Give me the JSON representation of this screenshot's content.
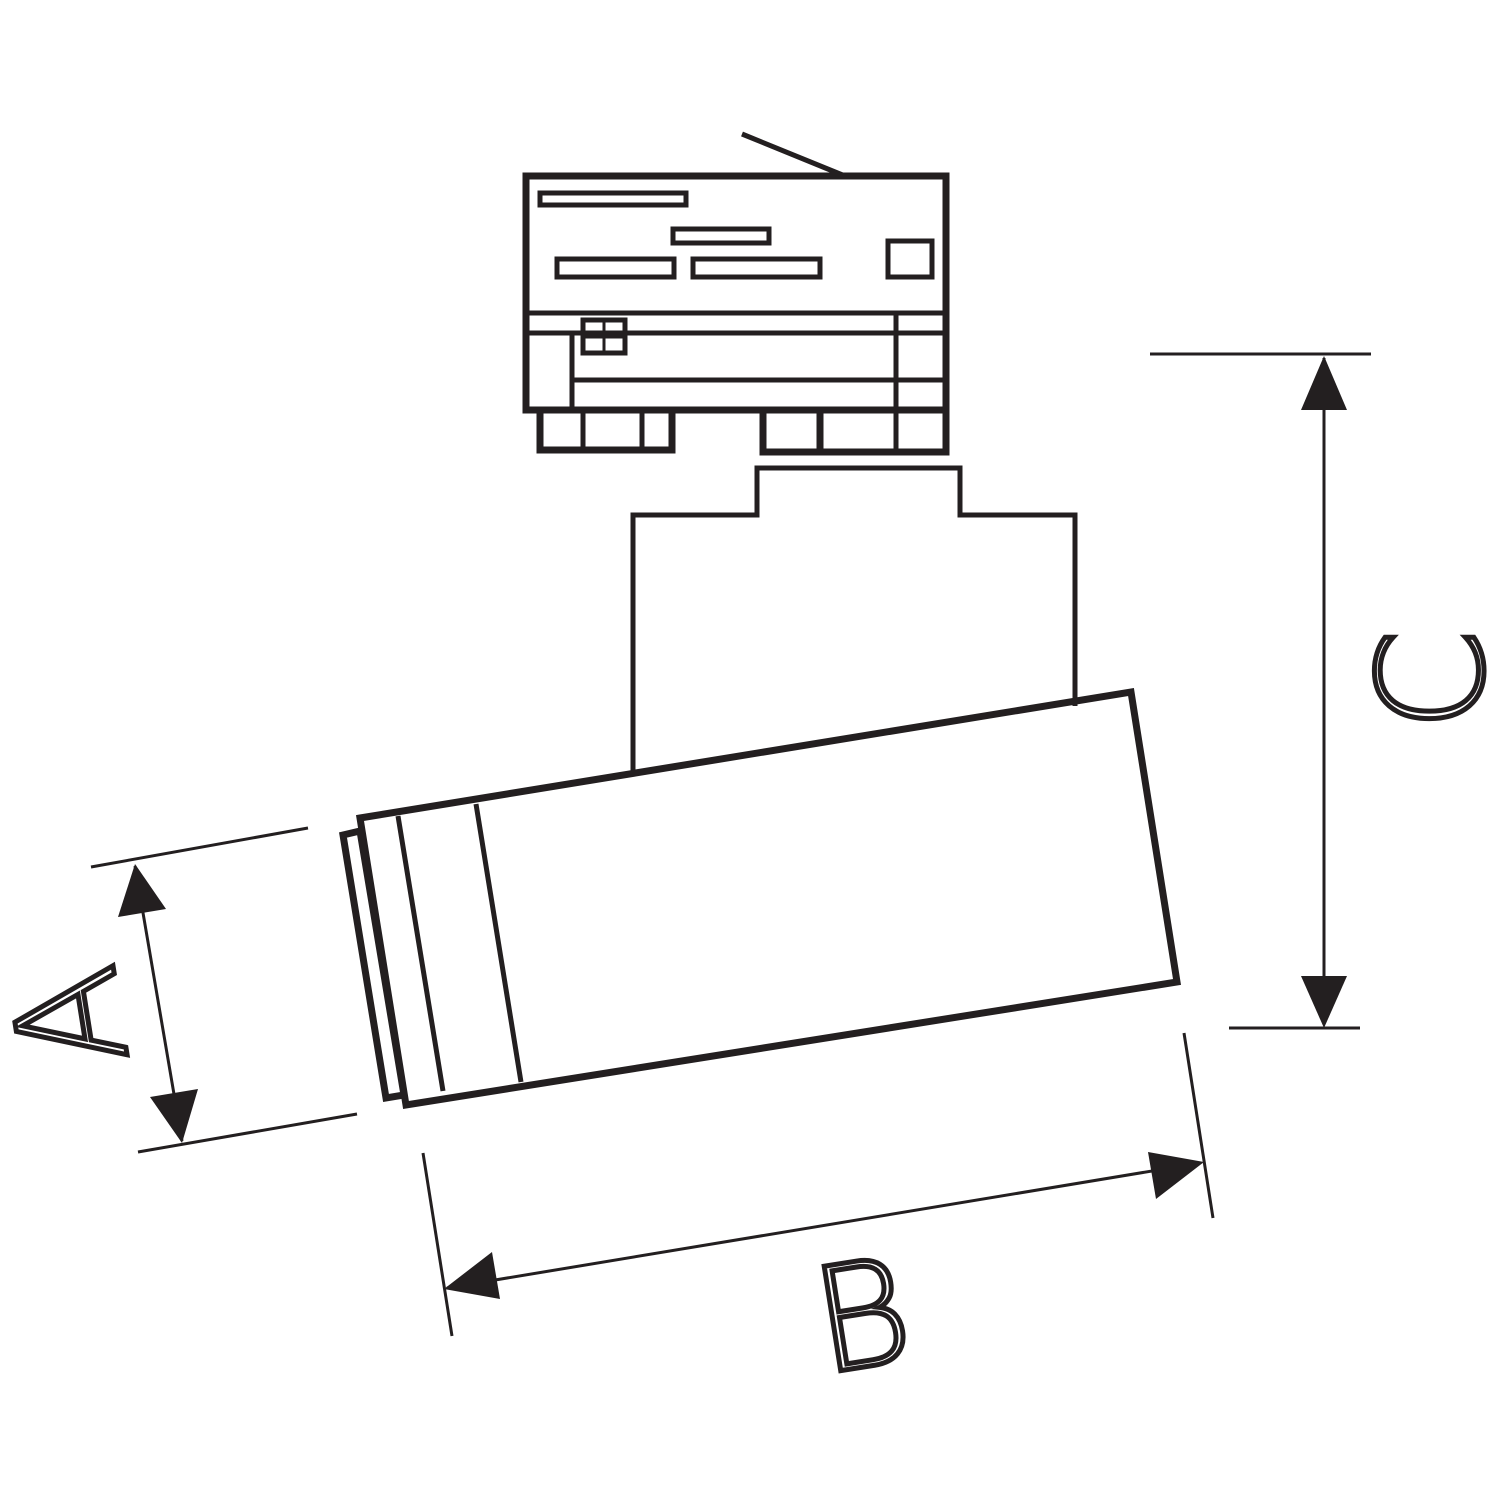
{
  "dimensions": {
    "a_label": "A",
    "b_label": "B",
    "c_label": "C"
  },
  "colors": {
    "line": "#231f20",
    "background": "#ffffff"
  }
}
